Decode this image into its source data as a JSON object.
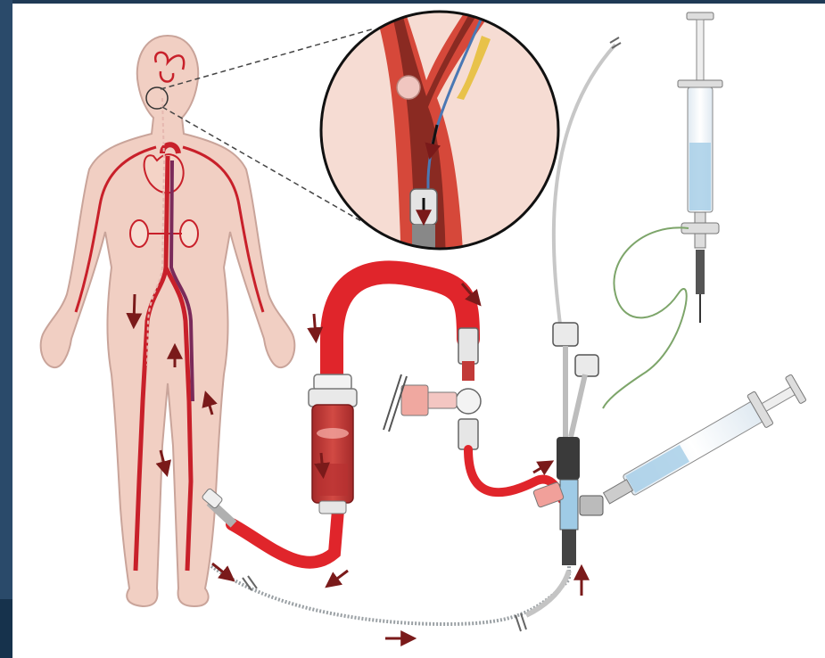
{
  "figure": {
    "type": "medical-illustration",
    "colors": {
      "skin": "#f1cfc3",
      "skin_outline": "#c9a49a",
      "artery": "#c8202a",
      "vein": "#7a2a5a",
      "tube_red": "#e0252b",
      "filter_body": "#c23a38",
      "catheter_gray": "#9aa0a4",
      "arrow": "#7a1a1a",
      "saline_blue": "#a8cfe8",
      "guidewire_green": "#7da56a",
      "frame_left": "#2a4a6a"
    },
    "components": [
      "human-body",
      "carotid-inset",
      "blood-return-tube",
      "filter-canister",
      "three-way-stopcock",
      "sheath-hub",
      "flush-syringe-top",
      "flush-syringe-right",
      "guidewire",
      "catheter-line"
    ],
    "flow_direction_markers": "arrows"
  }
}
